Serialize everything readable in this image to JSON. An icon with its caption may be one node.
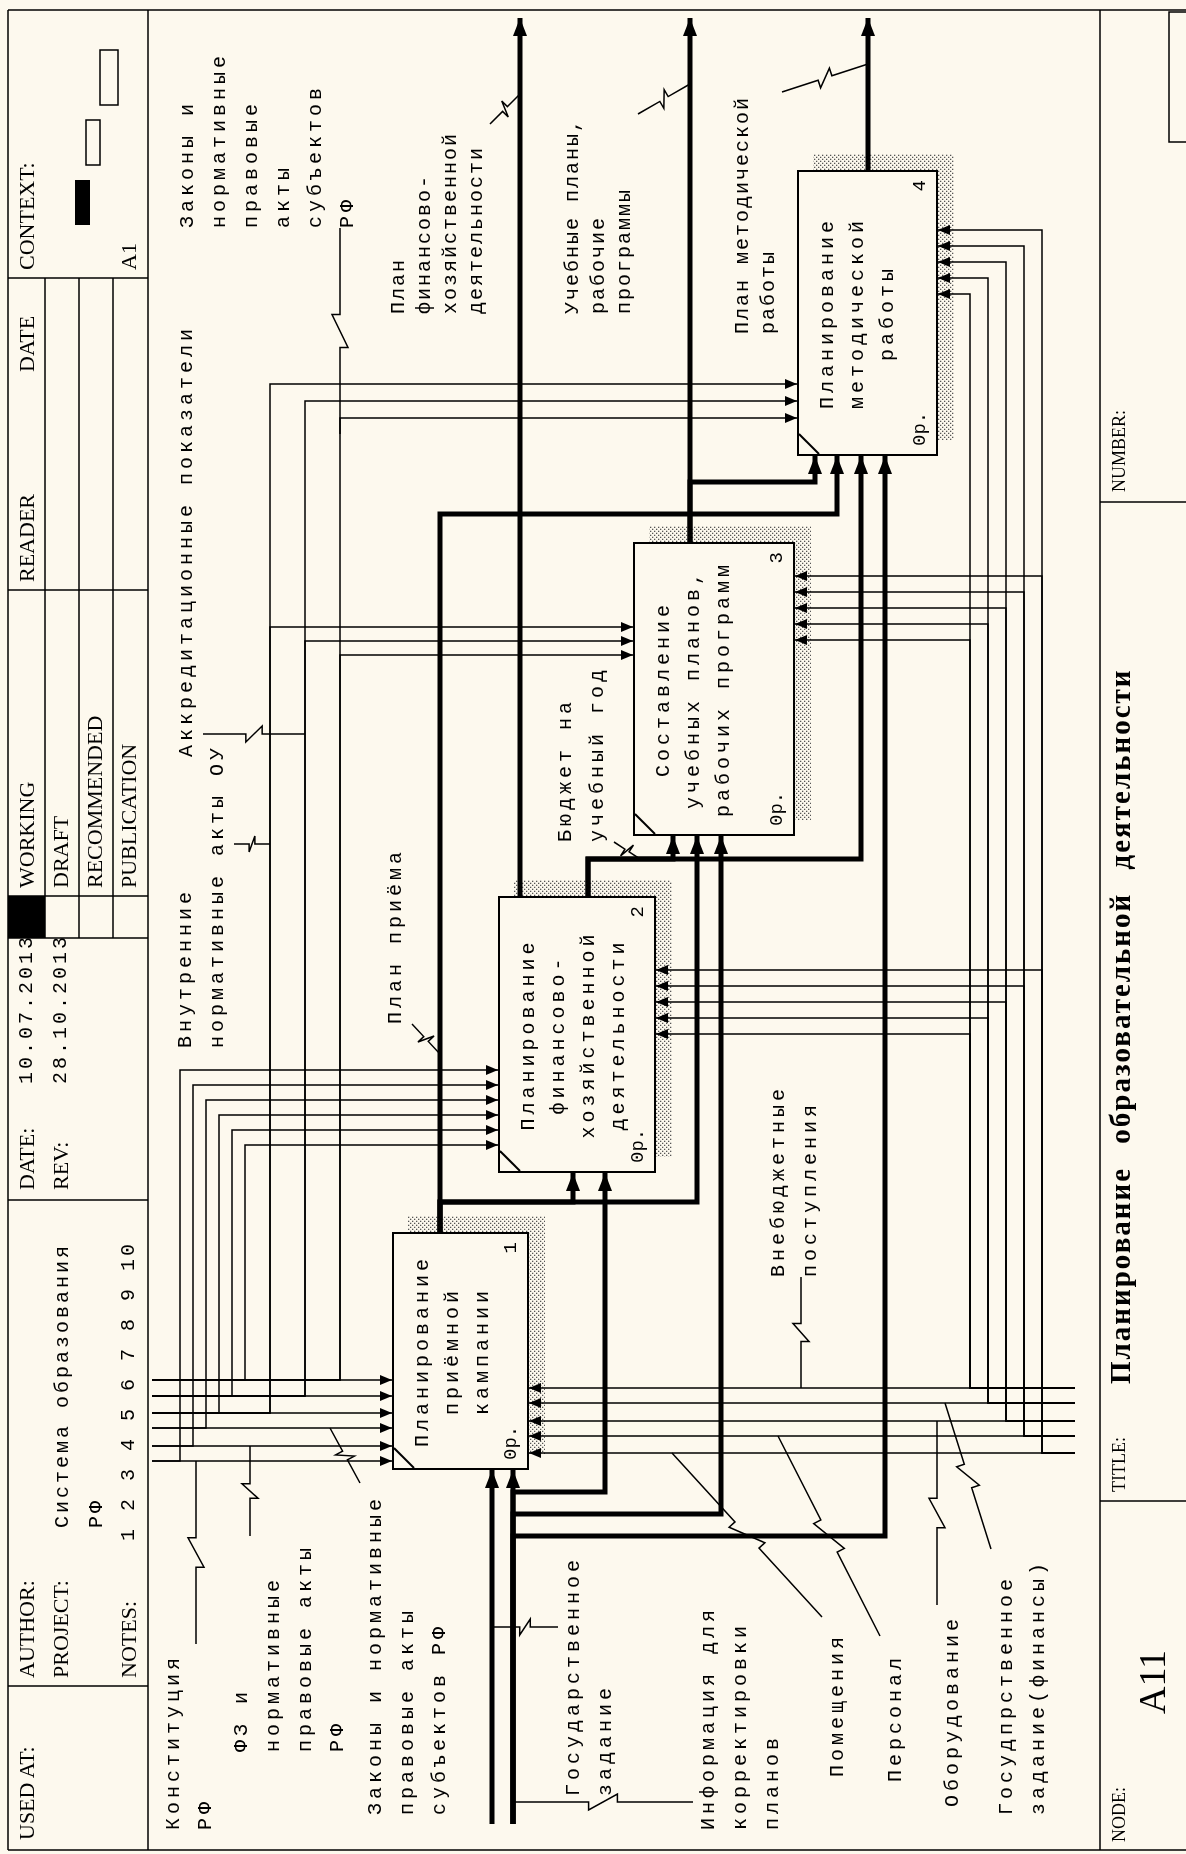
{
  "diagram": {
    "title": "Планирование образовательной деятельности",
    "nodes": [
      {
        "text": [
          "Планирование приёмной кампании",
          "1",
          "0р."
        ]
      },
      {
        "text": [
          "Планирование финансово-хозяйственной деятельности",
          "2",
          "0р."
        ]
      },
      {
        "text": [
          "Составление учебных планов, рабочих программ",
          "3",
          "0р."
        ]
      },
      {
        "text": [
          "Планирование методической работы",
          "4",
          "0р."
        ]
      },
      {
        "text": [
          "Конституция РФ"
        ]
      },
      {
        "text": [
          "ФЗ и нормативные правовые акты РФ"
        ]
      },
      {
        "text": [
          "Законы и нормативные правовые акты субъектов РФ"
        ]
      },
      {
        "text": [
          "Внутренние нормативные акты ОУ"
        ]
      },
      {
        "text": [
          "Аккредитационные показатели"
        ]
      },
      {
        "text": [
          "Законы и нормативные правовые акты субъектов РФ"
        ]
      },
      {
        "text": [
          "Государственное задание"
        ]
      },
      {
        "text": [
          "Информация для корректировки планов"
        ]
      },
      {
        "text": [
          "Внебюджетные поступления"
        ]
      },
      {
        "text": [
          "Госудпрственное задание(финансы)"
        ]
      },
      {
        "text": [
          "Оборудование"
        ]
      },
      {
        "text": [
          "Персонал"
        ]
      },
      {
        "text": [
          "Помещения"
        ]
      },
      {
        "text": [
          "План приёма"
        ]
      },
      {
        "text": [
          "Бюджет на учебный год"
        ]
      },
      {
        "text": [
          "План финансово-хозяйственной деятельности"
        ]
      },
      {
        "text": [
          "Учебные планы, рабочие программы"
        ]
      },
      {
        "text": [
          "План методической работы"
        ]
      }
    ],
    "edges": [
      {
        "from": null,
        "to": 0,
        "arrow": "to"
      },
      {
        "from": null,
        "to": 1,
        "arrow": "to"
      },
      {
        "from": null,
        "to": 0,
        "arrow": "to"
      },
      {
        "from": null,
        "to": 1,
        "arrow": "to"
      },
      {
        "from": null,
        "to": 0,
        "arrow": "to"
      },
      {
        "from": null,
        "to": 1,
        "arrow": "to"
      },
      {
        "from": null,
        "to": 0,
        "arrow": "to"
      },
      {
        "from": null,
        "to": 1,
        "arrow": "to"
      },
      {
        "from": null,
        "to": 2,
        "arrow": "to"
      },
      {
        "from": null,
        "to": 3,
        "arrow": "to"
      },
      {
        "from": null,
        "to": 0,
        "arrow": "to"
      },
      {
        "from": null,
        "to": 1,
        "arrow": "to"
      },
      {
        "from": null,
        "to": 2,
        "arrow": "to"
      },
      {
        "from": null,
        "to": 3,
        "arrow": "to"
      },
      {
        "from": null,
        "to": 0,
        "arrow": "to"
      },
      {
        "from": null,
        "to": 1,
        "arrow": "to"
      },
      {
        "from": null,
        "to": 2,
        "arrow": "to"
      },
      {
        "from": null,
        "to": 3,
        "arrow": "to"
      },
      {
        "from": null,
        "to": 0,
        "arrow": "to",
        "style": "thick"
      },
      {
        "from": null,
        "to": 0,
        "arrow": "to",
        "style": "thick"
      },
      {
        "from": null,
        "to": 1,
        "arrow": "to",
        "style": "thick"
      },
      {
        "from": null,
        "to": 2,
        "arrow": "to",
        "style": "thick"
      },
      {
        "from": null,
        "to": 3,
        "arrow": "to",
        "style": "thick"
      },
      {
        "from": null,
        "to": 0,
        "arrow": "to"
      },
      {
        "from": null,
        "to": 1,
        "arrow": "to"
      },
      {
        "from": null,
        "to": 2,
        "arrow": "to"
      },
      {
        "from": null,
        "to": 3,
        "arrow": "to"
      },
      {
        "from": null,
        "to": 0,
        "arrow": "to"
      },
      {
        "from": null,
        "to": 1,
        "arrow": "to"
      },
      {
        "from": null,
        "to": 2,
        "arrow": "to"
      },
      {
        "from": null,
        "to": 3,
        "arrow": "to"
      },
      {
        "from": null,
        "to": 0,
        "arrow": "to"
      },
      {
        "from": null,
        "to": 1,
        "arrow": "to"
      },
      {
        "from": null,
        "to": 2,
        "arrow": "to"
      },
      {
        "from": null,
        "to": 3,
        "arrow": "to"
      },
      {
        "from": null,
        "to": 0,
        "arrow": "to"
      },
      {
        "from": null,
        "to": 1,
        "arrow": "to"
      },
      {
        "from": null,
        "to": 2,
        "arrow": "to"
      },
      {
        "from": null,
        "to": 3,
        "arrow": "to"
      },
      {
        "from": null,
        "to": 0,
        "arrow": "to"
      },
      {
        "from": null,
        "to": 1,
        "arrow": "to"
      },
      {
        "from": null,
        "to": 2,
        "arrow": "to"
      },
      {
        "from": null,
        "to": 3,
        "arrow": "to"
      },
      {
        "from": 0,
        "to": 1,
        "arrow": "to",
        "style": "thick"
      },
      {
        "from": 0,
        "to": 2,
        "arrow": "to",
        "style": "thick"
      },
      {
        "from": 0,
        "to": 3,
        "arrow": "to",
        "style": "thick"
      },
      {
        "from": 1,
        "to": 2,
        "arrow": "to",
        "style": "thick"
      },
      {
        "from": 1,
        "to": 3,
        "arrow": "to",
        "style": "thick"
      },
      {
        "from": 1,
        "to": null,
        "arrow": "to",
        "style": "thick"
      },
      {
        "from": 2,
        "to": 3,
        "arrow": "to",
        "style": "thick"
      },
      {
        "from": 2,
        "to": null,
        "arrow": "to",
        "style": "thick"
      },
      {
        "from": 3,
        "to": null,
        "arrow": "to",
        "style": "thick"
      },
      {
        "from": 4,
        "to": null,
        "arrow": "none"
      },
      {
        "from": 5,
        "to": null,
        "arrow": "none"
      },
      {
        "from": 6,
        "to": null,
        "arrow": "none"
      },
      {
        "from": 7,
        "to": null,
        "arrow": "none"
      },
      {
        "from": 8,
        "to": null,
        "arrow": "none"
      },
      {
        "from": 9,
        "to": null,
        "arrow": "none"
      },
      {
        "from": 10,
        "to": null,
        "arrow": "none"
      },
      {
        "from": 11,
        "to": null,
        "arrow": "none"
      },
      {
        "from": 12,
        "to": null,
        "arrow": "none"
      },
      {
        "from": 13,
        "to": null,
        "arrow": "none"
      },
      {
        "from": 14,
        "to": null,
        "arrow": "none"
      },
      {
        "from": 15,
        "to": null,
        "arrow": "none"
      },
      {
        "from": 16,
        "to": null,
        "arrow": "none"
      },
      {
        "from": 17,
        "to": null,
        "arrow": "none"
      },
      {
        "from": 18,
        "to": null,
        "arrow": "none"
      },
      {
        "from": 19,
        "to": null,
        "arrow": "none"
      },
      {
        "from": 20,
        "to": null,
        "arrow": "none"
      },
      {
        "from": 21,
        "to": null,
        "arrow": "none"
      }
    ],
    "labels": [
      "USED AT:",
      "AUTHOR:",
      "PROJECT:",
      "Система образования РФ",
      "NOTES:",
      "1 2 3 4 5 6 7 8 9 10",
      "DATE:",
      "10.07.2013",
      "REV:",
      "28.10.2013",
      "WORKING",
      "DRAFT",
      "RECOMMENDED",
      "PUBLICATION",
      "READER",
      "DATE",
      "CONTEXT:",
      "A1",
      "NODE:",
      "A11",
      "TITLE:",
      "NUMBER:"
    ]
  }
}
